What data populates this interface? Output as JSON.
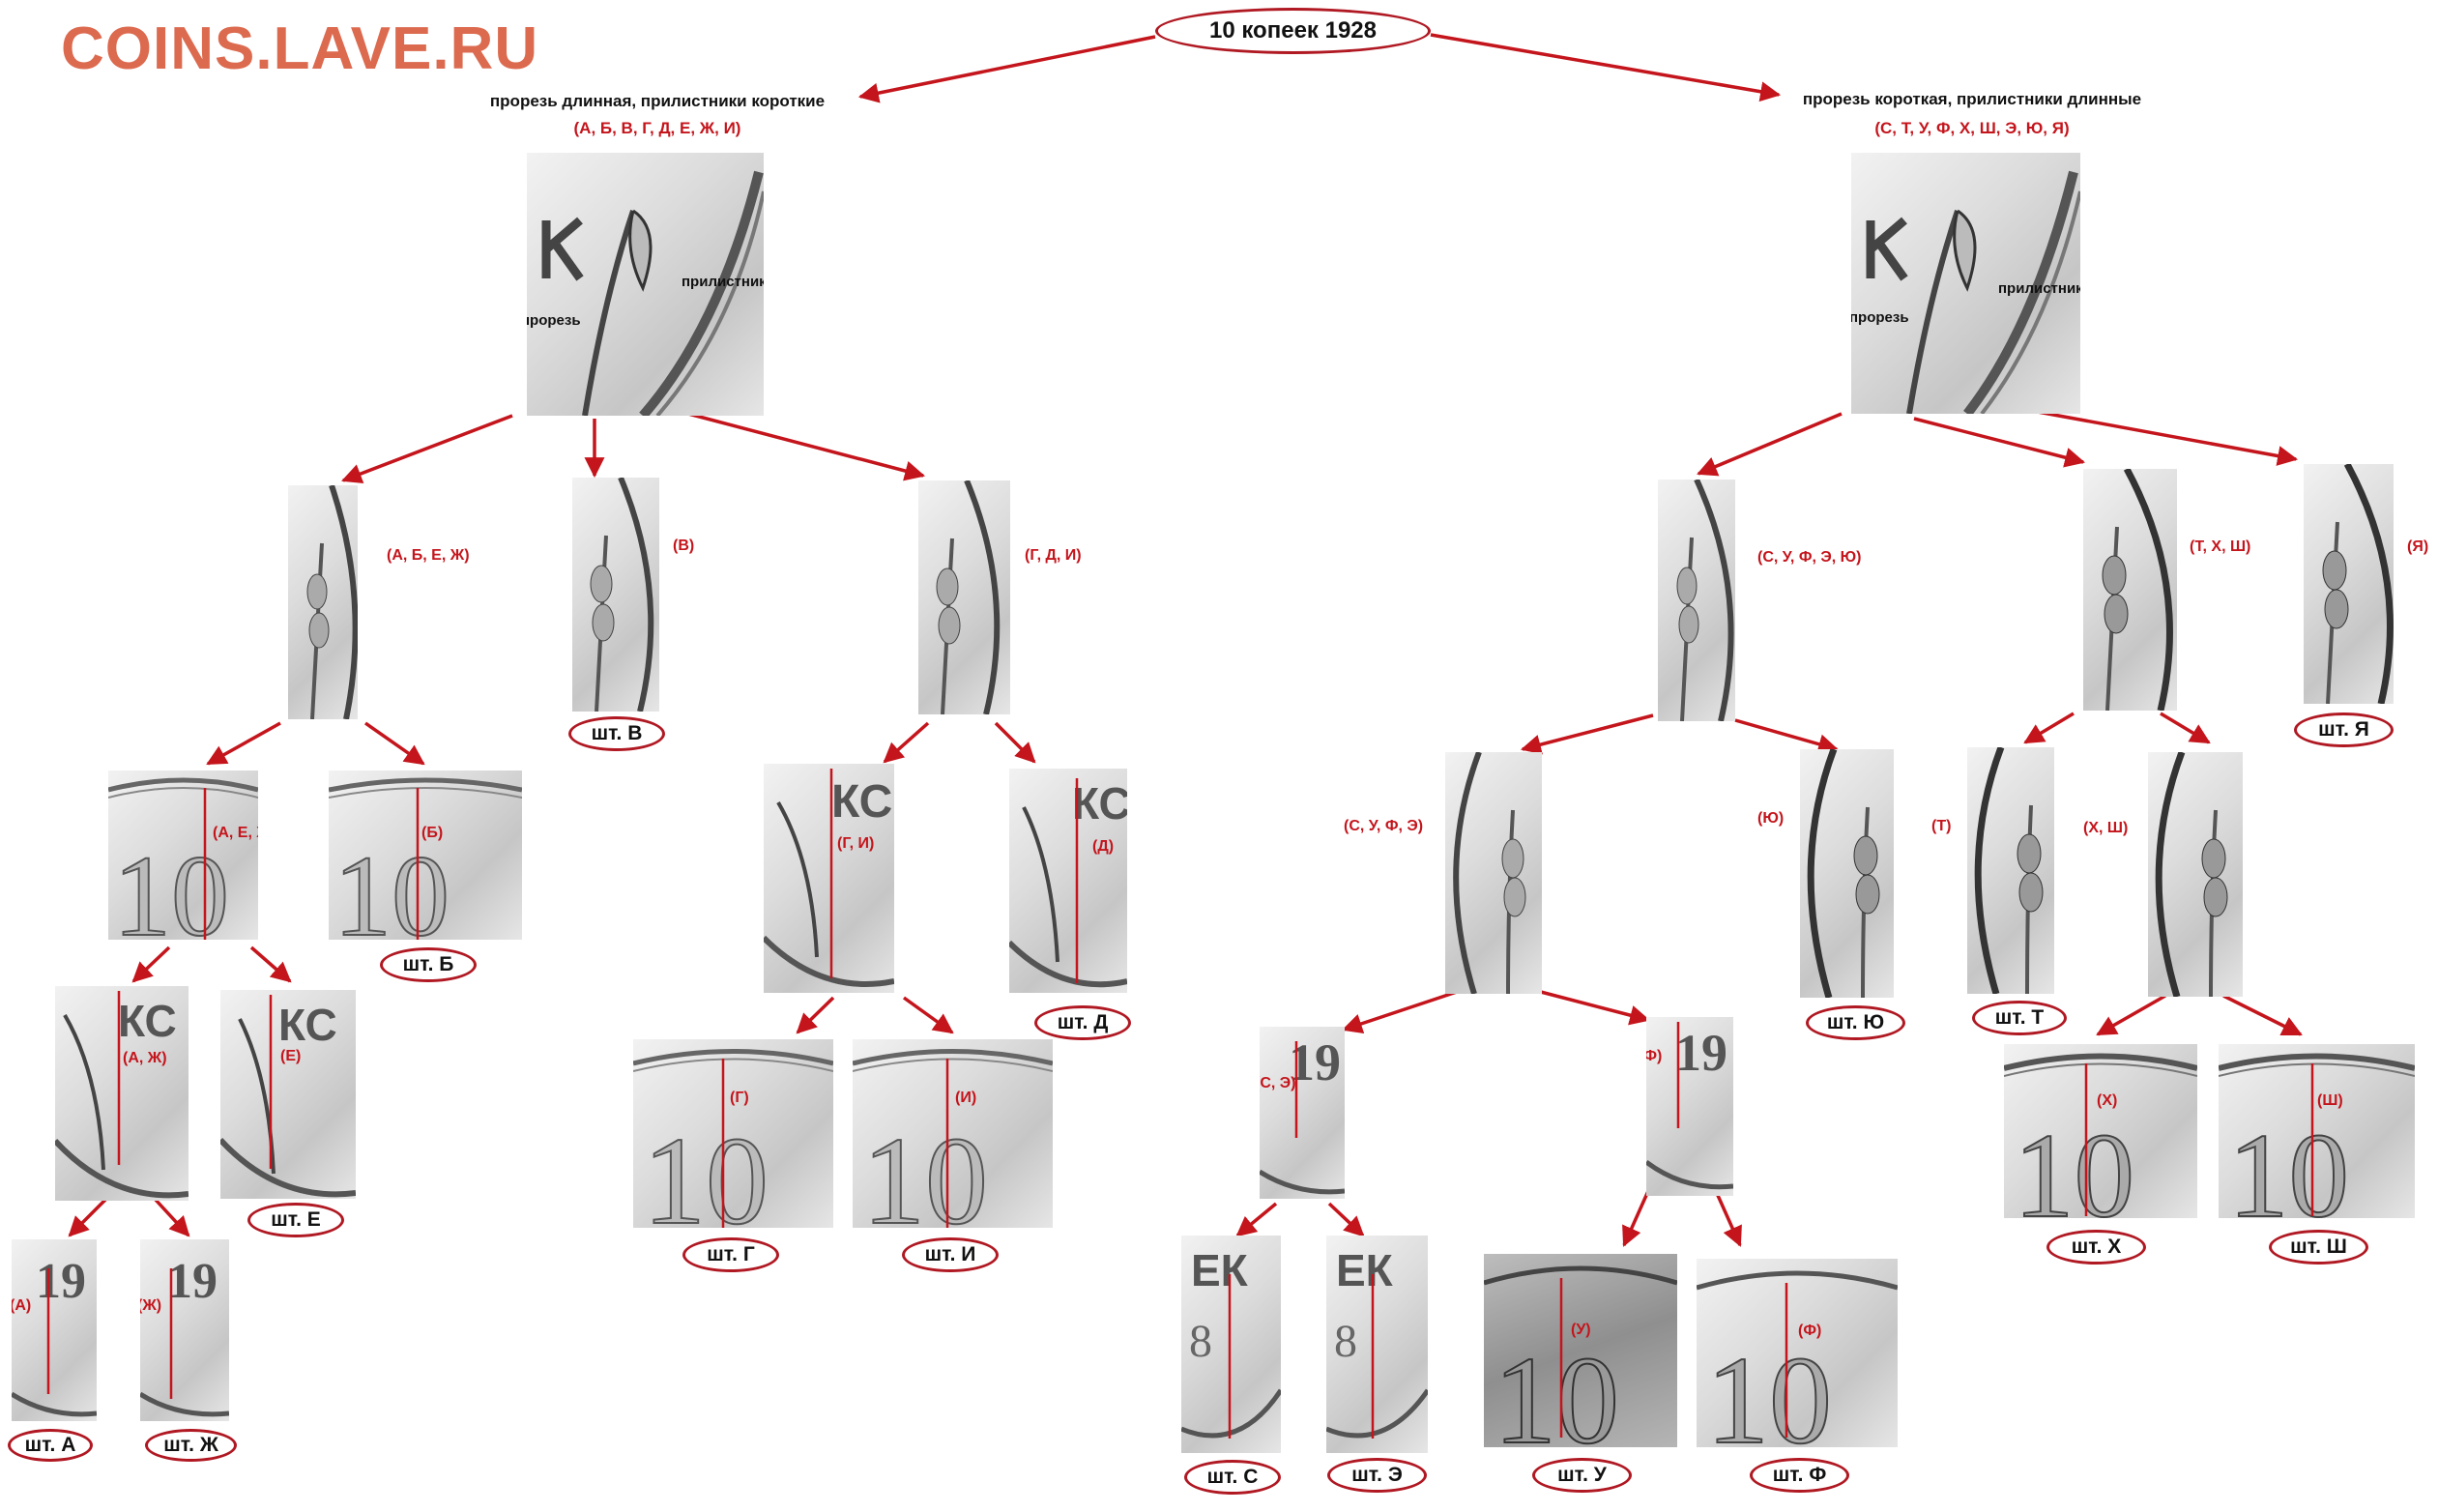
{
  "site": {
    "logo": "COINS.LAVE.RU"
  },
  "root": {
    "title": "10 копеек 1928"
  },
  "left_branch": {
    "title": "прорезь длинная, прилистники короткие",
    "stamps": "(А, Б, В, Г, Д, Е, Ж, И)",
    "photo_labels": {
      "leaves": "прилистники",
      "slot": "прорезь"
    }
  },
  "right_branch": {
    "title": "прорезь короткая, прилистники длинные",
    "stamps": "(С, Т, У, Ф, Х, Ш, Э, Ю, Я)",
    "photo_labels": {
      "leaves": "прилистники",
      "slot": "прорезь"
    }
  },
  "annotations": {
    "abej": "(А, Б, Е, Ж)",
    "v": "(В)",
    "gdi": "(Г, Д, И)",
    "aej": "(А, Е, Ж)",
    "b": "(Б)",
    "gi": "(Г, И)",
    "d": "(Д)",
    "aj": "(А, Ж)",
    "e": "(Е)",
    "g": "(Г)",
    "i": "(И)",
    "a": "(А)",
    "j": "(Ж)",
    "sufeyu": "(С, У, Ф, Э, Ю)",
    "tksh": "(Т, Х, Ш)",
    "ya": "(Я)",
    "sufe": "(С, У, Ф, Э)",
    "yu": "(Ю)",
    "t": "(Т)",
    "ksh": "(Х, Ш)",
    "se": "(С, Э)",
    "uf": "(У, Ф)",
    "kh": "(Х)",
    "sh": "(Ш)",
    "u": "(У)",
    "f": "(Ф)"
  },
  "stamp_labels": {
    "v": "шт. В",
    "b": "шт. Б",
    "d": "шт. Д",
    "e": "шт. Е",
    "g": "шт. Г",
    "i": "шт. И",
    "a": "шт. А",
    "j": "шт. Ж",
    "ya": "шт. Я",
    "yu": "шт. Ю",
    "t": "шт. Т",
    "kh": "шт. Х",
    "sh": "шт. Ш",
    "s": "шт. С",
    "ee": "шт. Э",
    "u": "шт. У",
    "f": "шт. Ф"
  },
  "coin_glyphs": {
    "ten": "10",
    "k": "К",
    "kc": "КС",
    "ek": "ЕК",
    "eight": "8",
    "nineteen": "19"
  },
  "colors": {
    "accent_red": "#c4151c",
    "logo": "#dc6a4f",
    "oval_border": "#b01822"
  }
}
